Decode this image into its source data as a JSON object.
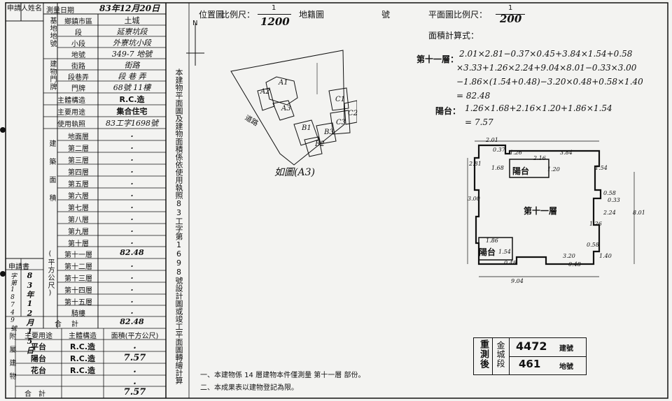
{
  "left_panel": {
    "applicant_label": "申請人姓名",
    "survey_date_label": "測量日期",
    "survey_date": "83年12月20日",
    "header_rows": [
      {
        "group": "基地地號",
        "label": "鄉鎮市區",
        "value": "土城"
      },
      {
        "group": "",
        "label": "段",
        "value": "延寮坑段"
      },
      {
        "group": "",
        "label": "小段",
        "value": "外寮坑小段"
      },
      {
        "group": "",
        "label": "地號",
        "value": "349-7 地號"
      }
    ],
    "door_group": "建物門牌",
    "door_rows": [
      {
        "label": "街路",
        "value": "街路"
      },
      {
        "label": "段巷弄",
        "value": "段 巷 弄"
      },
      {
        "label": "門牌",
        "value": "68號 11樓"
      }
    ],
    "structure_label": "主體構造",
    "structure_value": "R.C.造",
    "use_label": "主要用途",
    "use_value": "集合住宅",
    "permit_label": "使用執照",
    "permit_value": "83工字1698號",
    "area_group": "建築面積",
    "area_unit": "(平方公尺)",
    "floors": [
      {
        "label": "地面層",
        "value": "."
      },
      {
        "label": "第二層",
        "value": "."
      },
      {
        "label": "第三層",
        "value": "."
      },
      {
        "label": "第四層",
        "value": "."
      },
      {
        "label": "第五層",
        "value": "."
      },
      {
        "label": "第六層",
        "value": "."
      },
      {
        "label": "第七層",
        "value": "."
      },
      {
        "label": "第八層",
        "value": "."
      },
      {
        "label": "第九層",
        "value": "."
      },
      {
        "label": "第十層",
        "value": "."
      },
      {
        "label": "第十一層",
        "value": "82.48"
      },
      {
        "label": "第十二層",
        "value": "."
      },
      {
        "label": "第十三層",
        "value": "."
      },
      {
        "label": "第十四層",
        "value": "."
      },
      {
        "label": "第十五層",
        "value": "."
      },
      {
        "label": "騎樓",
        "value": "."
      }
    ],
    "total_label": "合計",
    "total_value": "82.48",
    "app_date_label": "申請書",
    "app_date": "83年12月15日",
    "app_no": "字第18749號",
    "attached": {
      "group": "附屬建物",
      "header": [
        "主要用途",
        "主體構造",
        "面積(平方公尺)"
      ],
      "rows": [
        [
          "平台",
          "R.C.造",
          "."
        ],
        [
          "陽台",
          "R.C.造",
          "7.57"
        ],
        [
          "花台",
          "R.C.造",
          "."
        ],
        [
          "",
          "",
          "."
        ]
      ],
      "total_label": "合計",
      "total_value": "7.57"
    }
  },
  "vertical_note": "本建物平面圖及建物面積係依使用執照83工字第1698號設計圖或竣工平面圖轉繪計算",
  "location_map": {
    "title": "位置圖",
    "scale_label": "比例尺：",
    "scale_num": "1",
    "scale_den": "1200",
    "parcel_label": "地籍圖",
    "number_label": "號",
    "north": "N",
    "road_label": "道路",
    "caption": "如圖(A3)",
    "blocks": [
      "A1",
      "A2",
      "A3",
      "B1",
      "B2",
      "B3",
      "C1",
      "C2",
      "C3"
    ]
  },
  "floor_plan": {
    "scale_label": "平面圖比例尺：",
    "scale_num": "1",
    "scale_den": "200",
    "calc_label": "面積計算式：",
    "formula_label": "第十一層：",
    "formula_lines": [
      "2.01×2.81−0.37×0.45+3.84×1.54+0.58",
      "×3.33+1.26×2.24+9.04×8.01−0.33×3.00",
      "−1.86×(1.54+0.48)−3.20×0.48+0.58×1.40",
      "= 82.48"
    ],
    "balcony_label": "陽台：",
    "balcony_lines": [
      "1.26×1.68+2.16×1.20+1.86×1.54",
      "= 7.57"
    ],
    "room_label": "第十一層",
    "balcony_room": "陽台",
    "dims": [
      "2.01",
      "0.37",
      "1.26",
      "2.16",
      "3.84",
      "2.81",
      "1.68",
      "1.20",
      "1.54",
      "0.58",
      "3.00",
      "0.33",
      "2.24",
      "8.01",
      "1.26",
      "1.86",
      "1.54",
      "0.58",
      "1.40",
      "3.20",
      "0.48",
      "0.48",
      "9.04"
    ]
  },
  "stamp": {
    "left": "重測後",
    "mid": "金城段",
    "building_no": "4472",
    "building_label": "建號",
    "land_no": "461",
    "land_label": "地號"
  },
  "notes": [
    "一、本建物係 14 層建物本件僅測量 第十一層 部份。",
    "二、本成果表以建物登記為限。"
  ]
}
